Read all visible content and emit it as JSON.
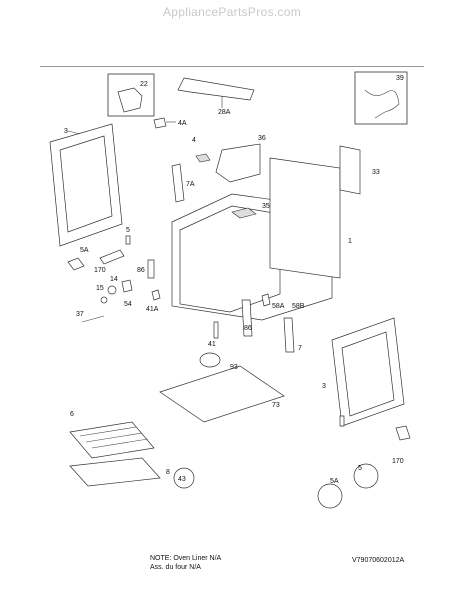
{
  "header": {
    "site": "AppliancePartsPros.com"
  },
  "labels": {
    "p22": "22",
    "p4A": "4A",
    "p28A": "28A",
    "p39": "39",
    "p3_top": "3",
    "p4": "4",
    "p36": "36",
    "p7A": "7A",
    "p33": "33",
    "p5_left": "5",
    "p35": "35",
    "p1": "1",
    "p5A_left": "5A",
    "p86_left": "86",
    "p170_left": "170",
    "p14": "14",
    "p15": "15",
    "p54": "54",
    "p41A": "41A",
    "p58A": "58A",
    "p58B": "58B",
    "p37": "37",
    "p41": "41",
    "p86_mid": "86",
    "p7": "7",
    "p93": "93",
    "p3_right": "3",
    "p73": "73",
    "p6": "6",
    "p8": "8",
    "p43": "43",
    "p5_right": "5",
    "p170_right": "170",
    "p5A_right": "5A"
  },
  "footer": {
    "note_line1": "NOTE: Oven Liner N/A",
    "note_line2": "Ass. du four N/A",
    "code": "V79070602012A"
  }
}
